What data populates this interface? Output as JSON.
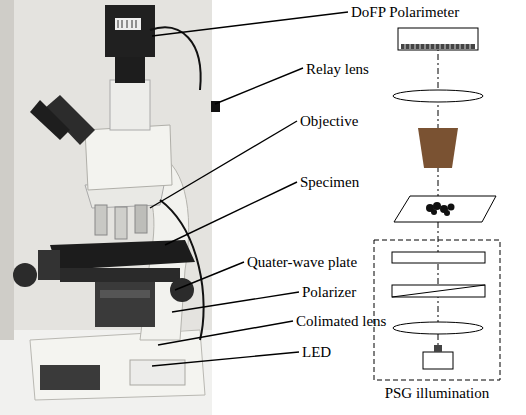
{
  "diagram": {
    "nodes": [
      {
        "text": [
          "PSG illumination"
        ]
      }
    ],
    "labels": [
      "DoFP Polarimeter",
      "Relay lens",
      "Objective",
      "Specimen",
      "Quater-wave plate",
      "Polarizer",
      "Colimated lens",
      "LED"
    ]
  }
}
